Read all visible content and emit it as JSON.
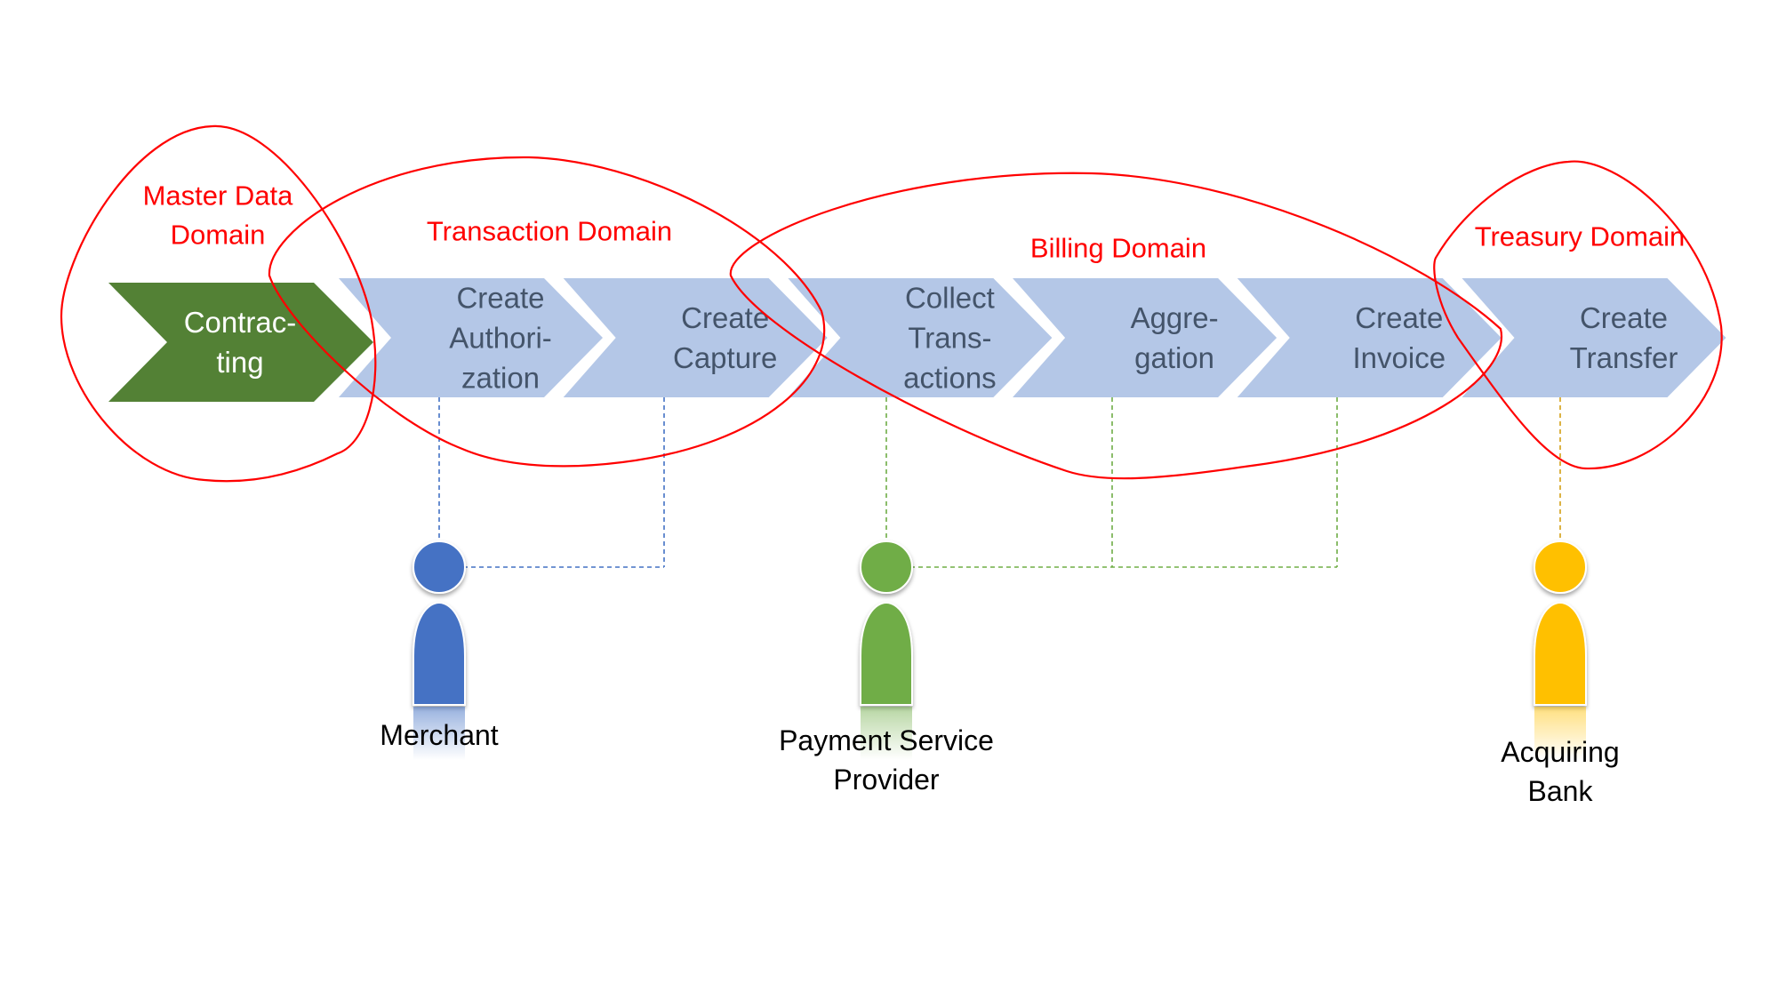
{
  "colors": {
    "master_chevron": "#538135",
    "master_text": "#FFFFFF",
    "step_chevron": "#B4C7E7",
    "step_text": "#44546A",
    "domain_outline": "#FF0000",
    "merchant": "#4472C4",
    "psp": "#70AD47",
    "bank": "#FFC000"
  },
  "steps": [
    {
      "id": "contracting",
      "lines": [
        "Contrac-",
        "ting"
      ],
      "kind": "master"
    },
    {
      "id": "create-authorization",
      "lines": [
        "Create",
        "Authori-",
        "zation"
      ],
      "kind": "step"
    },
    {
      "id": "create-capture",
      "lines": [
        "Create",
        "Capture"
      ],
      "kind": "step"
    },
    {
      "id": "collect-transactions",
      "lines": [
        "Collect",
        "Trans-",
        "actions"
      ],
      "kind": "step"
    },
    {
      "id": "aggregation",
      "lines": [
        "Aggre-",
        "gation"
      ],
      "kind": "step"
    },
    {
      "id": "create-invoice",
      "lines": [
        "Create",
        "Invoice"
      ],
      "kind": "step"
    },
    {
      "id": "create-transfer",
      "lines": [
        "Create",
        "Transfer"
      ],
      "kind": "step"
    }
  ],
  "domains": [
    {
      "id": "master-data",
      "lines": [
        "Master Data",
        "Domain"
      ]
    },
    {
      "id": "transaction",
      "lines": [
        "Transaction Domain"
      ]
    },
    {
      "id": "billing",
      "lines": [
        "Billing Domain"
      ]
    },
    {
      "id": "treasury",
      "lines": [
        "Treasury Domain"
      ]
    }
  ],
  "actors": [
    {
      "id": "merchant",
      "lines": [
        "Merchant"
      ],
      "color_key": "merchant",
      "connected_steps": [
        1,
        2
      ]
    },
    {
      "id": "payment-service-provider",
      "lines": [
        "Payment Service",
        "Provider"
      ],
      "color_key": "psp",
      "connected_steps": [
        3,
        4,
        5
      ]
    },
    {
      "id": "acquiring-bank",
      "lines": [
        "Acquiring",
        "Bank"
      ],
      "color_key": "bank",
      "connected_steps": [
        6
      ]
    }
  ]
}
